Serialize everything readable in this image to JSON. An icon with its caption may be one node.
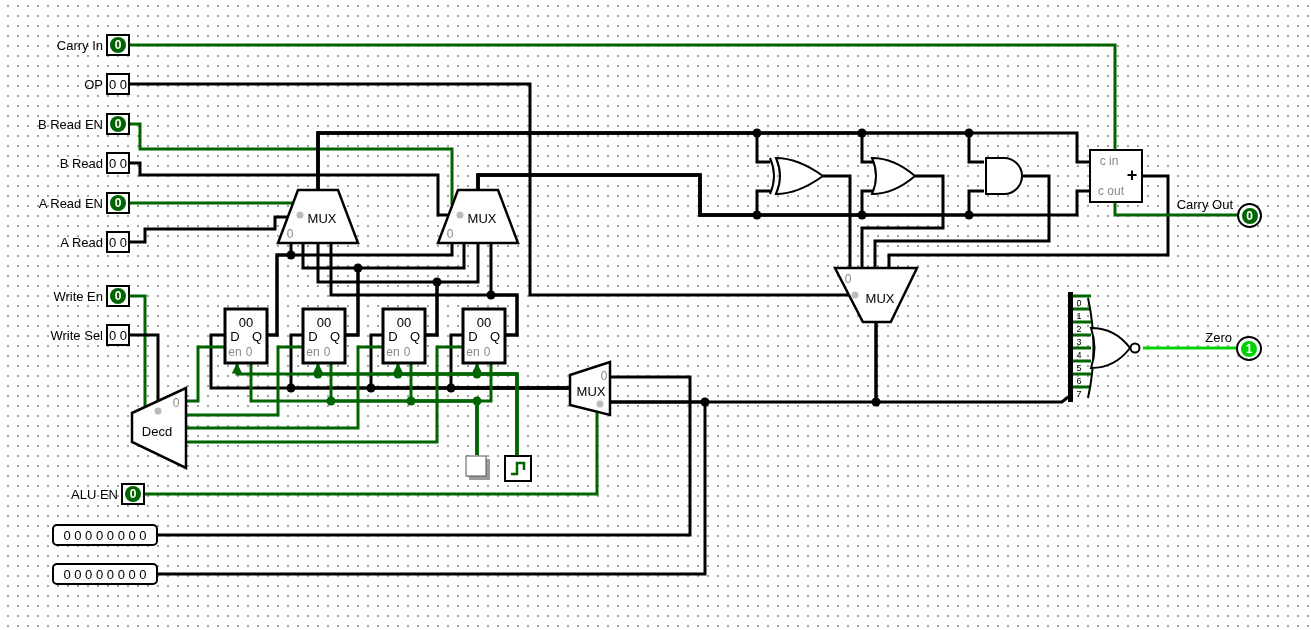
{
  "diagram": {
    "nodes": [
      {
        "text": [
          "0"
        ],
        "beside": [
          "Carry In"
        ]
      },
      {
        "text": [
          "0 0"
        ],
        "beside": [
          "OP"
        ]
      },
      {
        "text": [
          "0"
        ],
        "beside": [
          "B Read EN"
        ]
      },
      {
        "text": [
          "0 0"
        ],
        "beside": [
          "B Read"
        ]
      },
      {
        "text": [
          "0"
        ],
        "beside": [
          "A Read EN"
        ]
      },
      {
        "text": [
          "0 0"
        ],
        "beside": [
          "A Read"
        ]
      },
      {
        "text": [
          "0"
        ],
        "beside": [
          "Write En"
        ]
      },
      {
        "text": [
          "0 0"
        ],
        "beside": [
          "Write Sel"
        ]
      },
      {
        "text": [
          "0"
        ],
        "beside": [
          "ALU EN"
        ]
      },
      {
        "text": [
          "0 0 0 0 0 0 0 0"
        ]
      },
      {
        "text": [
          "0 0 0 0 0 0 0 0"
        ]
      },
      {
        "text": [
          "MUX",
          "0"
        ]
      },
      {
        "text": [
          "MUX",
          "0"
        ]
      },
      {
        "text": [
          "00",
          "D",
          "Q",
          "en",
          "0"
        ]
      },
      {
        "text": [
          "00",
          "D",
          "Q",
          "en",
          "0"
        ]
      },
      {
        "text": [
          "00",
          "D",
          "Q",
          "en",
          "0"
        ]
      },
      {
        "text": [
          "00",
          "D",
          "Q",
          "en",
          "0"
        ]
      },
      {
        "text": [
          "0",
          "Decd"
        ]
      },
      {
        "text": [],
        "shape": "box"
      },
      {
        "text": [],
        "shape": "picture"
      },
      {
        "text": [
          "0",
          "MUX"
        ]
      },
      {
        "text": [],
        "shape": "gate"
      },
      {
        "text": [],
        "shape": "gate"
      },
      {
        "text": [],
        "shape": "gate"
      },
      {
        "text": [
          "c in",
          "+",
          "c out"
        ]
      },
      {
        "text": [
          "0",
          "MUX"
        ]
      },
      {
        "text": [
          "0"
        ],
        "beside": [
          "Carry Out"
        ]
      },
      {
        "text": [
          "0",
          "1",
          "2",
          "3",
          "4",
          "5",
          "6",
          "7"
        ]
      },
      {
        "text": [],
        "shape": "gate"
      },
      {
        "text": [
          "1"
        ],
        "beside": [
          "Zero"
        ]
      }
    ],
    "edges": [
      {
        "from": 0,
        "to": 24,
        "arrow": "none",
        "color": "#006400"
      },
      {
        "from": 1,
        "to": 25,
        "arrow": "none"
      },
      {
        "from": 2,
        "to": 12,
        "arrow": "none",
        "color": "#006400"
      },
      {
        "from": 3,
        "to": 12,
        "arrow": "none"
      },
      {
        "from": 4,
        "to": 11,
        "arrow": "none",
        "color": "#006400"
      },
      {
        "from": 5,
        "to": 11,
        "arrow": "none"
      },
      {
        "from": 11,
        "to": 21,
        "arrow": "none"
      },
      {
        "from": 11,
        "to": 22,
        "arrow": "none"
      },
      {
        "from": 11,
        "to": 23,
        "arrow": "none"
      },
      {
        "from": 11,
        "to": 24,
        "arrow": "none"
      },
      {
        "from": 12,
        "to": 21,
        "arrow": "none"
      },
      {
        "from": 12,
        "to": 22,
        "arrow": "none"
      },
      {
        "from": 12,
        "to": 23,
        "arrow": "none"
      },
      {
        "from": 12,
        "to": 24,
        "arrow": "none"
      },
      {
        "from": 21,
        "to": 25,
        "arrow": "none"
      },
      {
        "from": 22,
        "to": 25,
        "arrow": "none"
      },
      {
        "from": 23,
        "to": 25,
        "arrow": "none"
      },
      {
        "from": 24,
        "to": 25,
        "arrow": "none"
      },
      {
        "from": 24,
        "to": 26,
        "arrow": "none",
        "color": "#006400"
      },
      {
        "from": 25,
        "to": 20,
        "arrow": "none"
      },
      {
        "from": 25,
        "to": 27,
        "arrow": "none"
      },
      {
        "from": 9,
        "to": 20,
        "arrow": "none"
      },
      {
        "from": 10,
        "to": 20,
        "arrow": "none"
      },
      {
        "from": 8,
        "to": 20,
        "arrow": "none",
        "color": "#006400"
      },
      {
        "from": 20,
        "to": 13,
        "arrow": "none"
      },
      {
        "from": 20,
        "to": 14,
        "arrow": "none"
      },
      {
        "from": 20,
        "to": 15,
        "arrow": "none"
      },
      {
        "from": 20,
        "to": 16,
        "arrow": "none"
      },
      {
        "from": 13,
        "to": 11,
        "arrow": "none"
      },
      {
        "from": 13,
        "to": 12,
        "arrow": "none"
      },
      {
        "from": 14,
        "to": 11,
        "arrow": "none"
      },
      {
        "from": 14,
        "to": 12,
        "arrow": "none"
      },
      {
        "from": 15,
        "to": 11,
        "arrow": "none"
      },
      {
        "from": 15,
        "to": 12,
        "arrow": "none"
      },
      {
        "from": 16,
        "to": 11,
        "arrow": "none"
      },
      {
        "from": 16,
        "to": 12,
        "arrow": "none"
      },
      {
        "from": 6,
        "to": 17,
        "arrow": "none",
        "color": "#006400"
      },
      {
        "from": 7,
        "to": 17,
        "arrow": "none"
      },
      {
        "from": 17,
        "to": 13,
        "arrow": "none",
        "color": "#006400"
      },
      {
        "from": 17,
        "to": 14,
        "arrow": "none",
        "color": "#006400"
      },
      {
        "from": 17,
        "to": 15,
        "arrow": "none",
        "color": "#006400"
      },
      {
        "from": 17,
        "to": 16,
        "arrow": "none",
        "color": "#006400"
      },
      {
        "from": 18,
        "to": 13,
        "arrow": "none",
        "color": "#006400"
      },
      {
        "from": 18,
        "to": 14,
        "arrow": "none",
        "color": "#006400"
      },
      {
        "from": 18,
        "to": 15,
        "arrow": "none",
        "color": "#006400"
      },
      {
        "from": 18,
        "to": 16,
        "arrow": "none",
        "color": "#006400"
      },
      {
        "from": 19,
        "to": 13,
        "arrow": "to",
        "color": "#006400"
      },
      {
        "from": 19,
        "to": 14,
        "arrow": "to",
        "color": "#006400"
      },
      {
        "from": 19,
        "to": 15,
        "arrow": "to",
        "color": "#006400"
      },
      {
        "from": 19,
        "to": 16,
        "arrow": "to",
        "color": "#006400"
      },
      {
        "from": 27,
        "to": 28,
        "arrow": "none",
        "color": "#006400"
      },
      {
        "from": 27,
        "to": 28,
        "arrow": "none",
        "color": "#006400"
      },
      {
        "from": 27,
        "to": 28,
        "arrow": "none",
        "color": "#006400"
      },
      {
        "from": 27,
        "to": 28,
        "arrow": "none",
        "color": "#006400"
      },
      {
        "from": 27,
        "to": 28,
        "arrow": "none",
        "color": "#006400"
      },
      {
        "from": 27,
        "to": 28,
        "arrow": "none",
        "color": "#006400"
      },
      {
        "from": 27,
        "to": 28,
        "arrow": "none",
        "color": "#006400"
      },
      {
        "from": 27,
        "to": 28,
        "arrow": "none",
        "color": "#006400"
      },
      {
        "from": 28,
        "to": 29,
        "arrow": "none",
        "color": "#00d200"
      }
    ]
  }
}
